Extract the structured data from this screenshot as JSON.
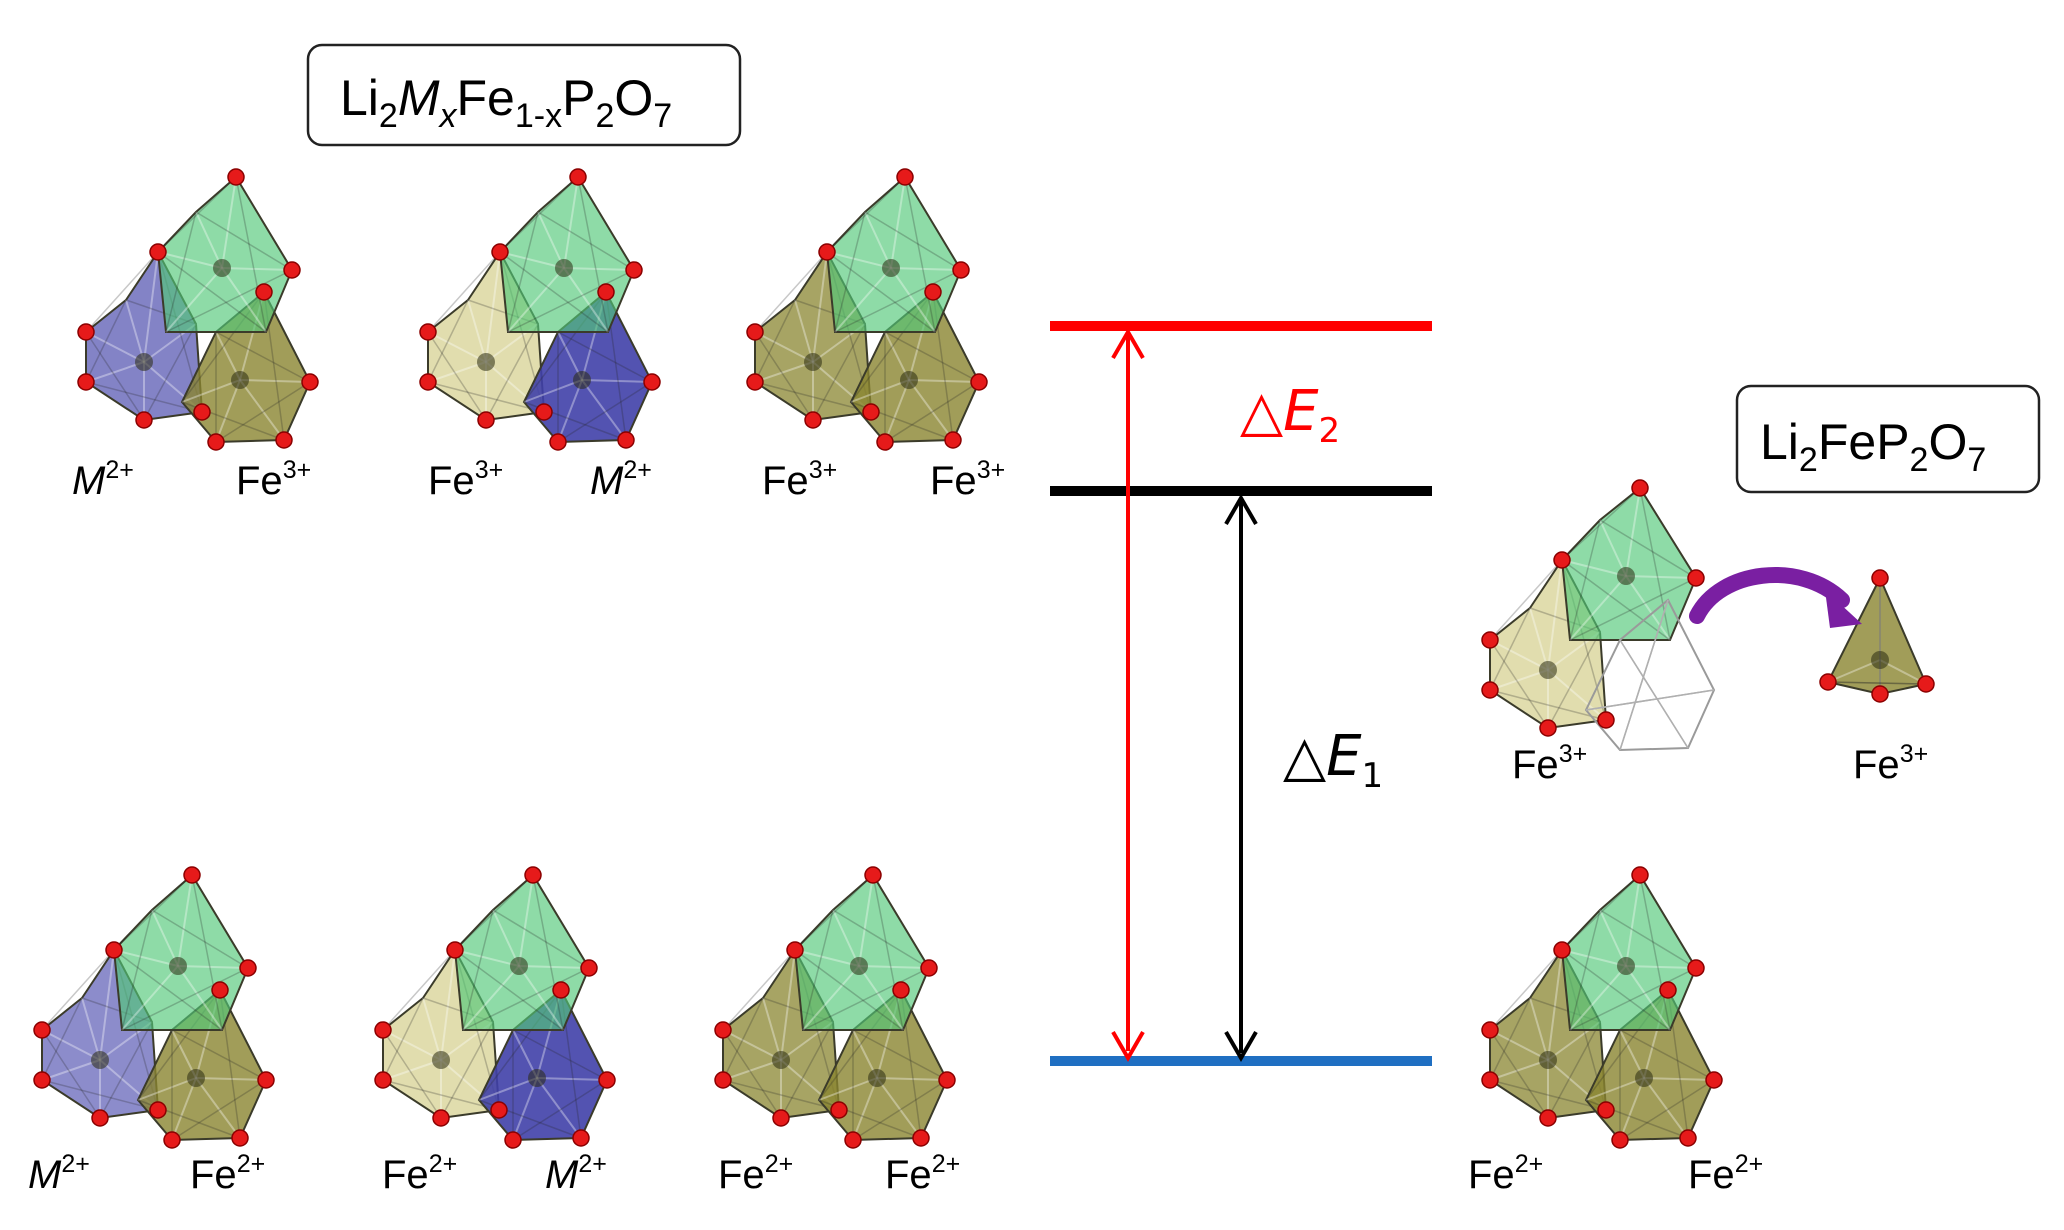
{
  "left_formula": {
    "base": [
      "Li",
      "Fe",
      "P",
      "O"
    ],
    "subs": [
      "2",
      "x",
      "1-x",
      "2",
      "7"
    ],
    "var": "M"
  },
  "right_formula": {
    "parts": [
      "Li",
      "FeP",
      "O"
    ],
    "subs": [
      "2",
      "2",
      "7"
    ]
  },
  "energy": {
    "e2_symbol": "△",
    "e2_letter": "E",
    "e2_sub": "2",
    "e1_symbol": "△",
    "e1_letter": "E",
    "e1_sub": "1"
  },
  "ions": {
    "M": "M",
    "Fe": "Fe",
    "charge2": "2+",
    "charge3": "3+"
  },
  "colors": {
    "level_high": "#ff0000",
    "level_mid": "#000000",
    "level_low": "#1f6fc2",
    "arrow_e2": "#ff0000",
    "arrow_e1": "#000000",
    "hop_arrow": "#7a1fa2",
    "green_octa": "#52c878",
    "fe_octa": "#8a8530",
    "fe_light": "#d9d49a",
    "m_blue": "#4040a8",
    "oxygen": "#e61a1a"
  }
}
